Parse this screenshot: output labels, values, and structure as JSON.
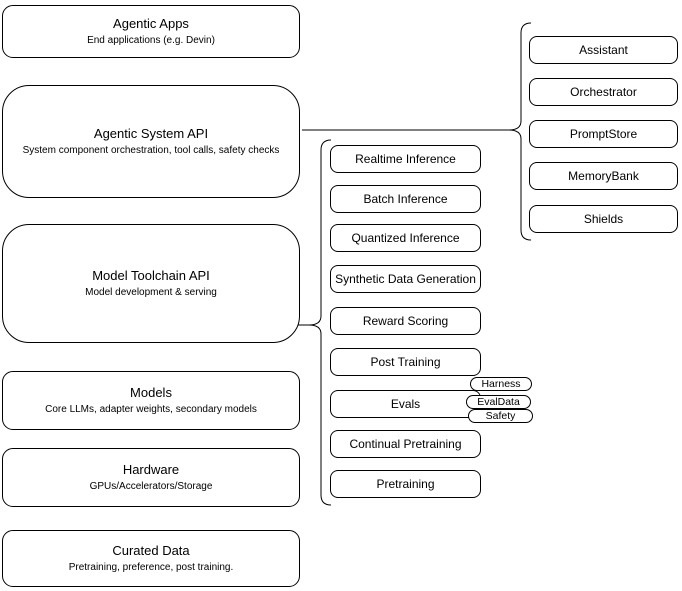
{
  "diagram": {
    "background": "#ffffff",
    "stroke_color": "#000000",
    "stack_layers": [
      {
        "title": "Agentic Apps",
        "subtitle": "End applications (e.g. Devin)"
      },
      {
        "title": "Agentic System API",
        "subtitle": "System component orchestration, tool calls, safety checks"
      },
      {
        "title": "Model Toolchain API",
        "subtitle": "Model development & serving"
      },
      {
        "title": "Models",
        "subtitle": "Core LLMs, adapter weights, secondary models"
      },
      {
        "title": "Hardware",
        "subtitle": "GPUs/Accelerators/Storage"
      },
      {
        "title": "Curated Data",
        "subtitle": "Pretraining, preference, post training."
      }
    ],
    "toolchain_group": {
      "items": [
        "Realtime Inference",
        "Batch Inference",
        "Quantized Inference",
        "Synthetic Data Generation",
        "Reward Scoring",
        "Post Training",
        "Evals",
        "Continual Pretraining",
        "Pretraining"
      ],
      "evals_tags": [
        "Harness",
        "EvalData",
        "Safety"
      ]
    },
    "system_group": {
      "items": [
        "Assistant",
        "Orchestrator",
        "PromptStore",
        "MemoryBank",
        "Shields"
      ]
    }
  }
}
